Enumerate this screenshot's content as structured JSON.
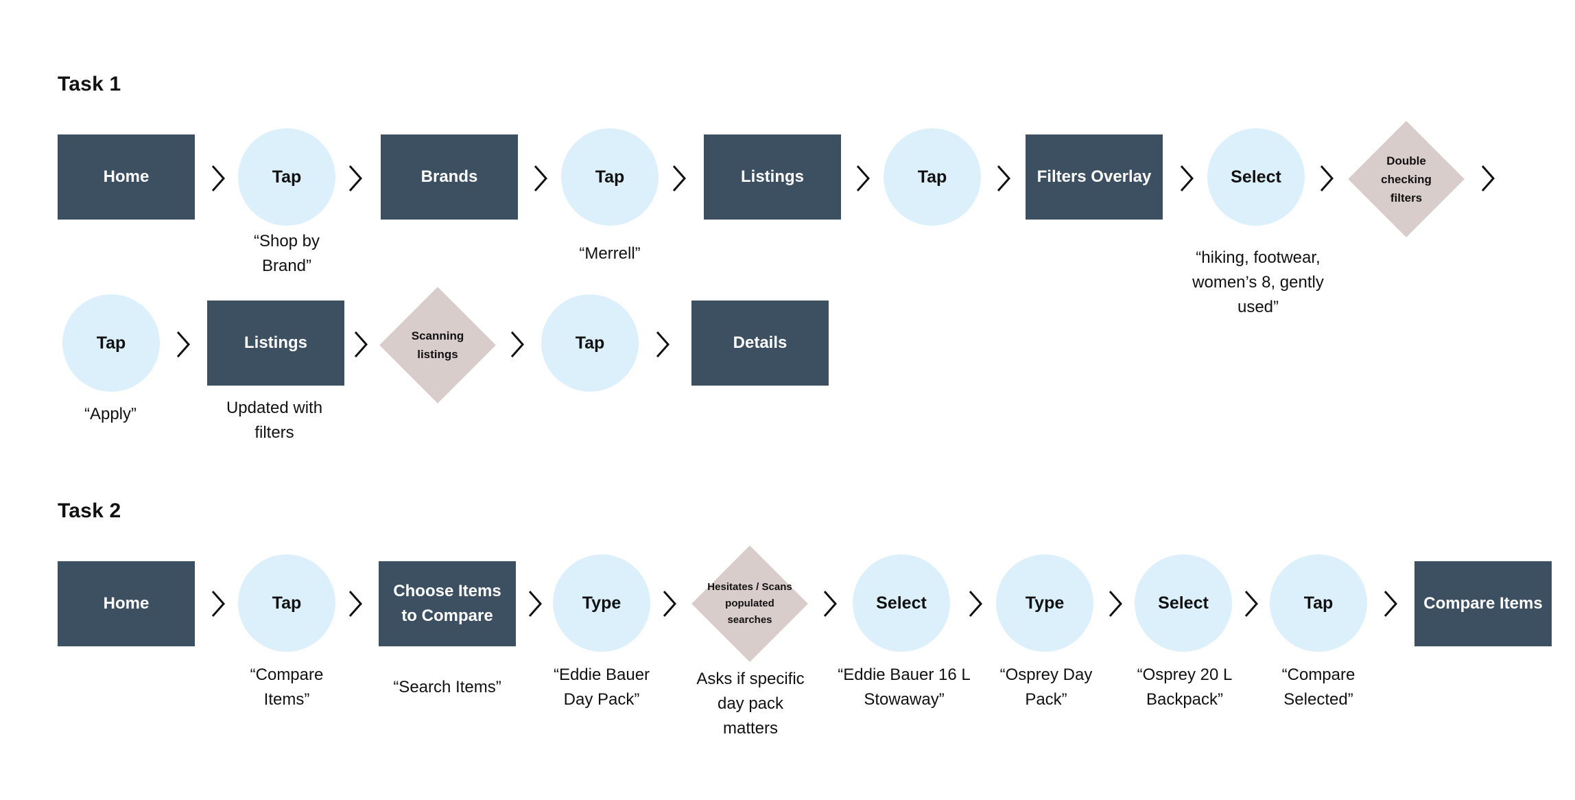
{
  "task1": {
    "title": "Task 1",
    "nodes": {
      "home": "Home",
      "tap_shop_by_brand": "Tap",
      "brands": "Brands",
      "tap_merrell": "Tap",
      "listings": "Listings",
      "tap_filters": "Tap",
      "filters_overlay": "Filters Overlay",
      "select_filters": "Select",
      "double_checking": "Double checking filters",
      "tap_apply": "Tap",
      "listings_updated": "Listings",
      "scanning": "Scanning listings",
      "tap_listing": "Tap",
      "details": "Details"
    },
    "captions": {
      "shop_by_brand": "“Shop by Brand”",
      "merrell": "“Merrell”",
      "filters_selected": "“hiking, footwear, women’s 8, gently used”",
      "apply": "“Apply”",
      "updated_with_filters": "Updated with filters"
    }
  },
  "task2": {
    "title": "Task 2",
    "nodes": {
      "home": "Home",
      "tap_compare_items": "Tap",
      "choose_items": "Choose Items to Compare",
      "type_eddie": "Type",
      "hesitates": "Hesitates / Scans populated searches",
      "select_eddie": "Select",
      "type_osprey": "Type",
      "select_osprey": "Select",
      "tap_compare_selected": "Tap",
      "compare_items": "Compare Items"
    },
    "captions": {
      "compare_items": "“Compare Items”",
      "search_items": "“Search Items”",
      "eddie_bauer_day_pack": "“Eddie Bauer Day Pack”",
      "asks_if": "Asks if specific day pack matters",
      "eddie_bauer_16": "“Eddie Bauer 16 L Stowaway”",
      "osprey_day_pack": "“Osprey Day Pack”",
      "osprey_20": "“Osprey 20 L Backpack”",
      "compare_selected": "“Compare Selected”"
    }
  },
  "colors": {
    "screen_fill": "#3d5061",
    "action_fill": "#dcf0fb",
    "decision_fill": "#d9cdcb"
  }
}
